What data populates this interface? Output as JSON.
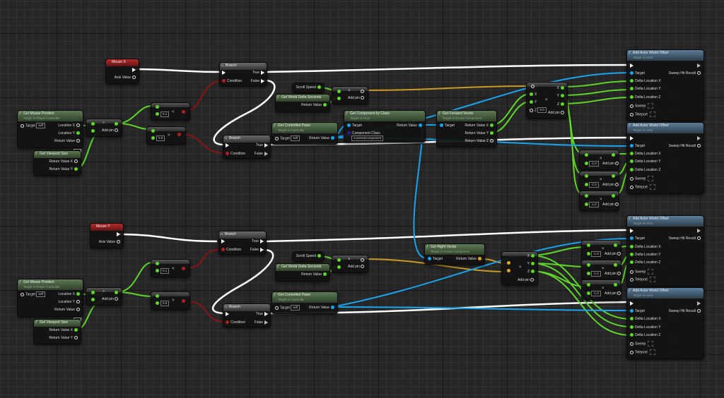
{
  "app": "Unreal Engine Blueprint Editor",
  "colors": {
    "background": "#262626",
    "exec_wire": "#ffffff",
    "float_pin": "#5fd62a",
    "object_pin": "#1aa3f0",
    "bool_pin": "#b02020",
    "vector_pin": "#e0a82a",
    "class_pin": "#3a1a8a"
  },
  "labels": {
    "branch": "Branch",
    "true": "True",
    "false": "False",
    "condition": "Condition",
    "target": "Target",
    "self": "self",
    "return_value": "Return Value",
    "add_pin": "Add pin",
    "axis_value": "Axis Value",
    "location_x": "Location X",
    "location_y": "Location Y",
    "return_value_x": "Return Value X",
    "return_value_y": "Return Value Y",
    "return_value_z": "Return Value Z",
    "x": "X",
    "y": "Y",
    "z": "Z",
    "delta_x": "Delta Location X",
    "delta_y": "Delta Location Y",
    "delta_z": "Delta Location Z",
    "sweep": "Sweep",
    "teleport": "Teleport",
    "sweep_hit": "Sweep Hit Result",
    "component_class": "Component Class",
    "component_class_value": "CameraComponent",
    "lt": "<",
    "gt": ">",
    "mul": "×"
  },
  "nodes": {
    "mouse_x": {
      "title": "Mouse X"
    },
    "mouse_y": {
      "title": "Mouse Y"
    },
    "get_mouse_position": {
      "title": "Get Mouse Position",
      "subtitle": "Target is Player Controller"
    },
    "get_viewport_size": {
      "title": "Get Viewport Size"
    },
    "scroll_speed": {
      "title": "Scroll Speed"
    },
    "get_world_delta_seconds": {
      "title": "Get World Delta Seconds"
    },
    "get_controlled_pawn": {
      "title": "Get Controlled Pawn",
      "subtitle": "Target is Controller"
    },
    "get_component_by_class": {
      "title": "Get Component by Class",
      "subtitle": "Target is Actor"
    },
    "get_forward_vector": {
      "title": "Get Forward Vector",
      "subtitle": "Target is Scene Component"
    },
    "get_right_vector": {
      "title": "Get Right Vector",
      "subtitle": "Target is Scene Component"
    },
    "add_actor_world_offset": {
      "title": "Add Actor World Offset",
      "subtitle": "Target is Actor"
    }
  },
  "values": {
    "lower_threshold": "0.1",
    "upper_threshold": "0.9",
    "z_default": "0.0",
    "negate": "-1.0"
  }
}
